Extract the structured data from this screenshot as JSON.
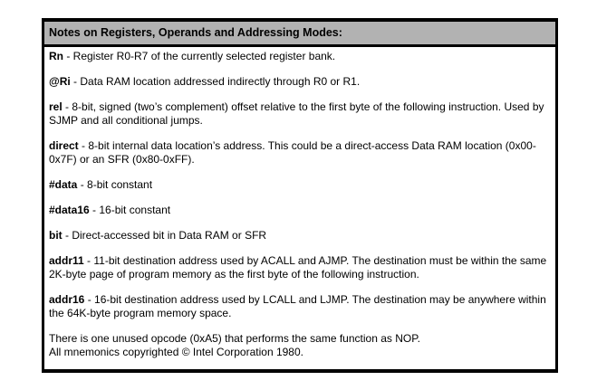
{
  "panel": {
    "title": "Notes on Registers, Operands and Addressing Modes:",
    "items": [
      {
        "term": "Rn",
        "definition": " - Register R0-R7 of the currently selected register bank."
      },
      {
        "term": "@Ri",
        "definition": " - Data RAM location addressed indirectly through R0 or R1."
      },
      {
        "term": "rel",
        "definition": " - 8-bit, signed (two’s complement) offset relative to the first byte of the following instruction. Used by\nSJMP and all conditional jumps."
      },
      {
        "term": "direct",
        "definition": " - 8-bit internal data location’s address. This could be a direct-access Data RAM location (0x00-\n0x7F) or an SFR (0x80-0xFF)."
      },
      {
        "term": "#data",
        "definition": " - 8-bit constant"
      },
      {
        "term": "#data16",
        "definition": " - 16-bit constant"
      },
      {
        "term": "bit",
        "definition": " - Direct-accessed bit in Data RAM or SFR"
      },
      {
        "term": "addr11",
        "definition": " - 11-bit destination address used by ACALL and AJMP. The destination must be within the same\n2K-byte page of program memory as the first byte of the following instruction."
      },
      {
        "term": "addr16",
        "definition": " - 16-bit destination address used by LCALL and LJMP. The destination may be anywhere within\nthe 64K-byte program memory space."
      },
      {
        "term": "",
        "definition": "There is one unused opcode (0xA5) that performs the same function as NOP.\nAll mnemonics copyrighted © Intel Corporation 1980."
      }
    ],
    "colors": {
      "header_bg": "#b2b2b2",
      "border": "#000000",
      "text": "#000000",
      "page_bg": "#ffffff"
    }
  }
}
